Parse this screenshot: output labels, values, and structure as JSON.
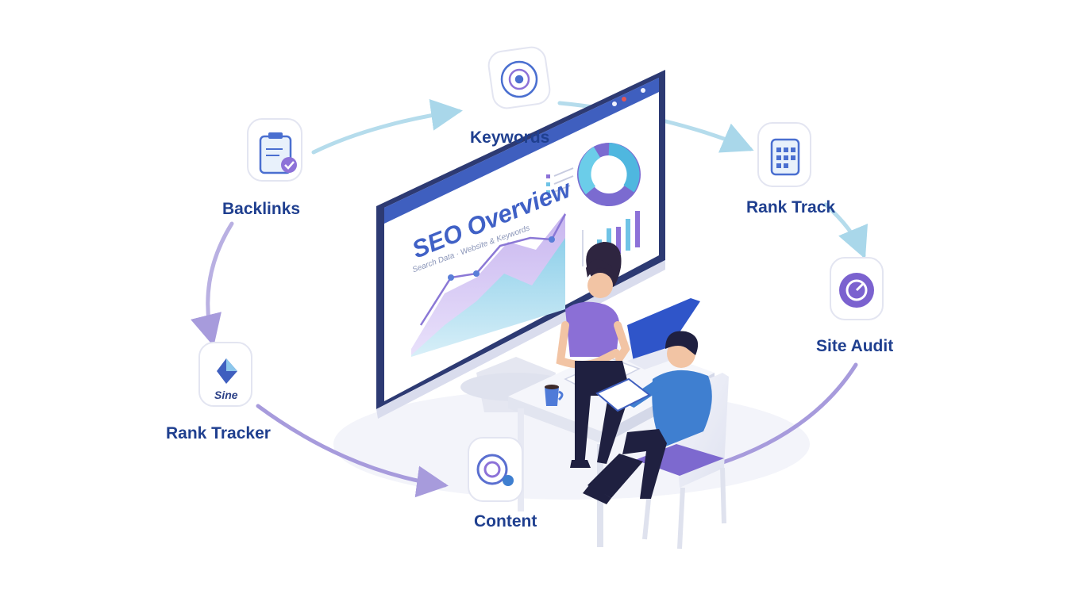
{
  "cycle": {
    "nodes": [
      {
        "label": "Keywords",
        "icon": "target-icon"
      },
      {
        "label": "Rank Track",
        "icon": "calendar-grid-icon"
      },
      {
        "label": "Site Audit",
        "icon": "audit-dial-icon"
      },
      {
        "label": "Content",
        "icon": "content-target-icon"
      },
      {
        "label": "Rank Tracker",
        "icon": "sine-logo-icon",
        "icon_text": "Sine"
      },
      {
        "label": "Backlinks",
        "icon": "clipboard-check-icon"
      }
    ]
  },
  "monitor": {
    "title": "SEO Overview",
    "subtitle": "Search Data · Website & Keywords"
  },
  "colors": {
    "label": "#1f3f8f",
    "accent_blue": "#4061c6",
    "accent_purple": "#8d72d8",
    "accent_cyan": "#6fc3e6",
    "arrow_purple": "#a79bdc",
    "arrow_cyan": "#b5dcec"
  }
}
